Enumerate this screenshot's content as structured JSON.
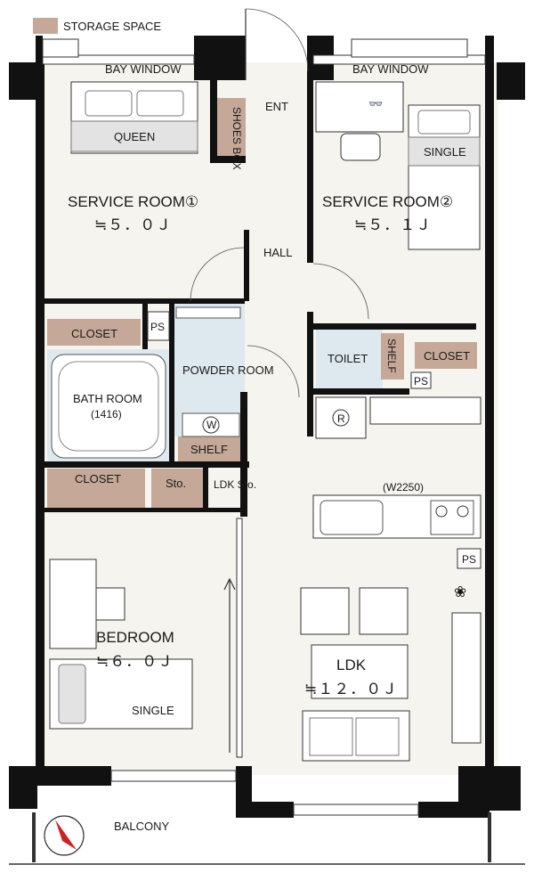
{
  "legend": {
    "label": "STORAGE SPACE",
    "color": "#c5a898"
  },
  "rooms": {
    "bay_window_left": "BAY WINDOW",
    "bay_window_right": "BAY WINDOW",
    "service_room_1": {
      "name": "SERVICE ROOM①",
      "area": "≒５．０Ｊ",
      "bed": "QUEEN"
    },
    "service_room_2": {
      "name": "SERVICE ROOM②",
      "area": "≒５．１Ｊ",
      "bed": "SINGLE"
    },
    "shoes_box": "SHOES BOX",
    "entrance": "ENT",
    "hall": "HALL",
    "closet_1": "CLOSET",
    "ps_1": "PS",
    "bath_room": {
      "name": "BATH ROOM",
      "size": "(1416)"
    },
    "powder_room": {
      "name": "POWDER ROOM",
      "washer": "W"
    },
    "shelf_powder": "SHELF",
    "toilet": "TOILET",
    "shelf_toilet": "SHELF",
    "closet_2": "CLOSET",
    "ps_2": "PS",
    "closet_bedroom": "CLOSET",
    "sto": "Sto.",
    "ldk_sto": "LDK Sto.",
    "fridge": "R",
    "kitchen_width": "(W2250)",
    "ps_3": "PS",
    "bedroom": {
      "name": "BEDROOM",
      "area": "≒６．０Ｊ",
      "bed": "SINGLE"
    },
    "ldk": {
      "name": "LDK",
      "area": "≒１２．０Ｊ"
    },
    "balcony": "BALCONY"
  },
  "colors": {
    "wall": "#111111",
    "wet_area": "#dde9ee",
    "storage": "#c5a898",
    "compass": "#cc2222"
  }
}
